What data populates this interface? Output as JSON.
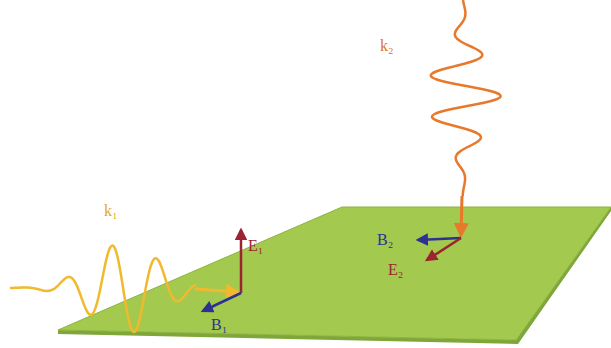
{
  "diagram": {
    "labels": [
      "k₁",
      "E₁",
      "B₁",
      "k₂",
      "B₂",
      "E₂"
    ]
  }
}
